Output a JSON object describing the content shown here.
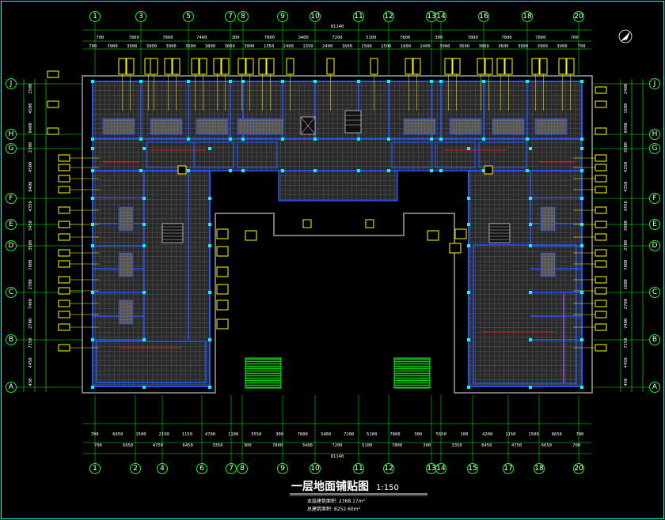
{
  "drawing": {
    "title": "一层地面铺贴图",
    "scale": "1:150",
    "note_line_1": "本层建筑面积: 2368.17m²",
    "note_line_2": "总建筑面积: 8252.60m²"
  },
  "axes": {
    "top": [
      "1",
      "3",
      "5",
      "7",
      "8",
      "9",
      "10",
      "11",
      "12",
      "13",
      "14",
      "16",
      "18",
      "20"
    ],
    "bottom": [
      "1",
      "2",
      "4",
      "6",
      "7",
      "8",
      "9",
      "10",
      "11",
      "12",
      "13",
      "14",
      "15",
      "17",
      "18",
      "20"
    ],
    "left": [
      "J",
      "H",
      "G",
      "F",
      "E",
      "D",
      "C",
      "B",
      "A"
    ],
    "right": [
      "J",
      "H",
      "G",
      "F",
      "E",
      "D",
      "C",
      "B",
      "A"
    ]
  },
  "dimensions": {
    "total_top": "81140",
    "total_bottom": "81140",
    "top_row_1": [
      "700",
      "7800",
      "7800",
      "7400",
      "300",
      "7800",
      "3400",
      "7200",
      "5100",
      "7800",
      "300",
      "7800",
      "7800",
      "7800",
      "700"
    ],
    "top_row_2": [
      "700",
      "3900",
      "3900",
      "3900",
      "3900",
      "3600",
      "3800",
      "3600",
      "3900",
      "1350",
      "2400",
      "1350",
      "2400",
      "1600",
      "1500",
      "1500",
      "1600",
      "2400",
      "3900",
      "3600",
      "3800",
      "3600",
      "3900",
      "3900",
      "3900",
      "700"
    ],
    "bottom_row_1": [
      "700",
      "6650",
      "1500",
      "2150",
      "1150",
      "4700",
      "1100",
      "5550",
      "300",
      "7800",
      "3400",
      "7200",
      "5100",
      "7800",
      "300",
      "5550",
      "100",
      "4200",
      "1150",
      "1500",
      "6650",
      "700"
    ],
    "bottom_row_2": [
      "700",
      "6650",
      "4750",
      "6450",
      "3350",
      "300",
      "7800",
      "3400",
      "7200",
      "5100",
      "7800",
      "300",
      "3350",
      "6450",
      "4750",
      "6650",
      "700"
    ],
    "left_side": [
      "1500",
      "4500",
      "8400",
      "2300",
      "4500",
      "8400",
      "4350",
      "3450",
      "3900",
      "7800",
      "2700",
      "7400",
      "2700",
      "7150",
      "4450",
      "450"
    ],
    "right_side": [
      "2400",
      "1500",
      "8400",
      "3500",
      "4350",
      "4350",
      "3450",
      "3900",
      "2700",
      "7800",
      "1900",
      "2700",
      "7400",
      "7150",
      "4450",
      "450"
    ]
  },
  "colors": {
    "background": "#000000",
    "wall": "#2255ff",
    "tile": "#808080",
    "dimension": "#00ff00",
    "label": "#ffff00",
    "annotation": "#ff2020",
    "text": "#ffffff",
    "column": "#00ffff"
  },
  "icons": {
    "north_arrow": "north-arrow-icon"
  }
}
